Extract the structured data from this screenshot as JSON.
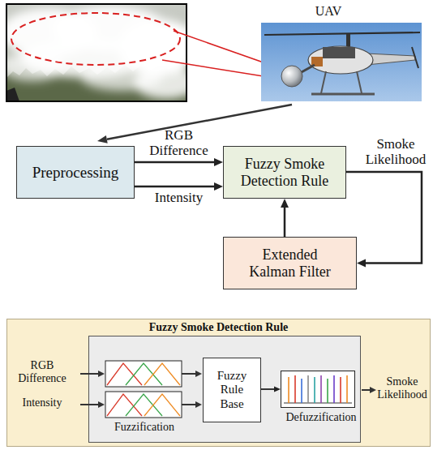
{
  "diagram": {
    "nodes": [
      {
        "text": [
          "Preprocessing"
        ]
      },
      {
        "text": [
          "Fuzzy Smoke Detection Rule"
        ]
      },
      {
        "text": [
          "Extended Kalman Filter"
        ]
      },
      {
        "text": [
          "Fuzzy Smoke Detection Rule"
        ]
      },
      {
        "text": [
          "Fuzzification"
        ],
        "in": 3
      },
      {
        "text": [
          "Fuzzy Rule Base"
        ],
        "in": 4
      },
      {
        "text": [
          "Defuzzification"
        ],
        "in": 4
      }
    ],
    "edges": [
      {
        "from": 0,
        "to": 1,
        "label": "RGB Difference",
        "arrow": "to"
      },
      {
        "from": 0,
        "to": 1,
        "label": "Intensity",
        "arrow": "to"
      },
      {
        "from": 1,
        "to": 2,
        "label": "Smoke Likelihood",
        "arrow": "to"
      },
      {
        "from": 2,
        "to": 1,
        "arrow": "to"
      },
      {
        "from": 5,
        "to": 6,
        "arrow": "to"
      }
    ],
    "labels": [
      "UAV",
      "RGB Difference",
      "Intensity",
      "Smoke Likelihood"
    ]
  }
}
